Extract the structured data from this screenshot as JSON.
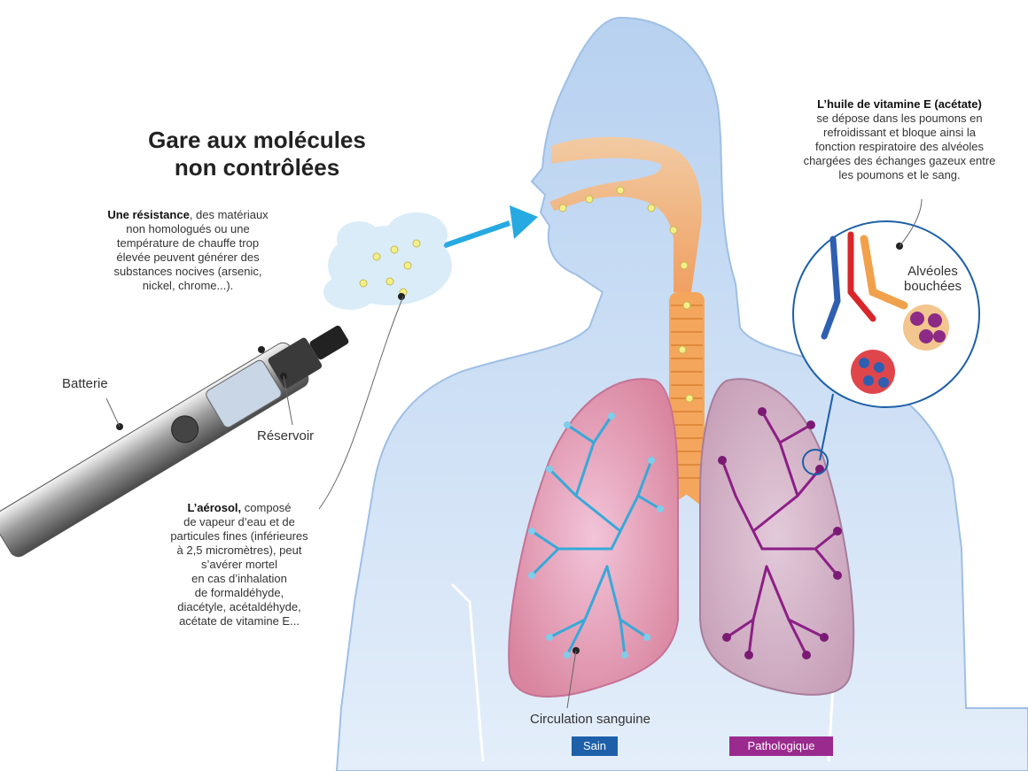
{
  "title": {
    "line1": "Gare aux molécules",
    "line2": "non contrôlées"
  },
  "notes": {
    "resistance_bold": "Une résistance",
    "resistance_l1": ", des matériaux",
    "resistance_l2": "non homologués ou une",
    "resistance_l3": "température de chauffe trop",
    "resistance_l4": "élevée peuvent générer des",
    "resistance_l5": "substances nocives (arsenic,",
    "resistance_l6": "nickel, chrome...).",
    "aerosol_bold": "L’aérosol,",
    "aerosol_l1": " composé",
    "aerosol_l2": "de vapeur d’eau et de",
    "aerosol_l3": "particules fines (inférieures",
    "aerosol_l4": "à 2,5 micromètres), peut",
    "aerosol_l5": "s’avérer mortel",
    "aerosol_l6": "en cas d’inhalation",
    "aerosol_l7": "de formaldéhyde,",
    "aerosol_l8": "diacétyle, acétaldéhyde,",
    "aerosol_l9": "acétate de vitamine E...",
    "vitamin_bold": "L’huile de vitamine E (acétate)",
    "vitamin_l1": "se dépose dans les poumons en",
    "vitamin_l2": "refroidissant et bloque ainsi la",
    "vitamin_l3": "fonction respiratoire des alvéoles",
    "vitamin_l4": "chargées des échanges gazeux entre",
    "vitamin_l5": "les poumons et le sang."
  },
  "labels": {
    "batterie": "Batterie",
    "reservoir": "Réservoir",
    "alveoles_l1": "Alvéoles",
    "alveoles_l2": "bouchées",
    "circulation": "Circulation sanguine",
    "sain": "Sain",
    "pathologique": "Pathologique"
  },
  "colors": {
    "body": "#c9dcf3",
    "airway": "#f6b77a",
    "lung_healthy": "#d98fb3",
    "lung_sick": "#c7a4bf",
    "branch_healthy": "#37a9d8",
    "branch_sick": "#8c1f86",
    "arrow": "#27a9e1",
    "tag_sain": "#1d5fa8",
    "tag_patho": "#9a2a8e"
  }
}
